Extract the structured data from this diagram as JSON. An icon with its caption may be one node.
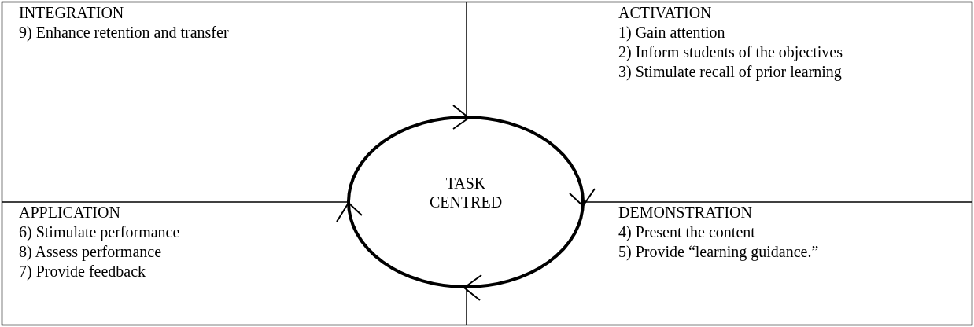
{
  "diagram": {
    "nodes": [
      {
        "text": [
          "INTEGRATION",
          "9) Enhance retention and transfer"
        ]
      },
      {
        "text": [
          "ACTIVATION",
          "1) Gain attention",
          "2) Inform students of the objectives",
          "3) Stimulate recall of prior learning"
        ]
      },
      {
        "text": [
          "TASK CENTRED"
        ]
      },
      {
        "text": [
          "APPLICATION",
          "6) Stimulate performance",
          "8) Assess performance",
          "7) Provide feedback"
        ]
      },
      {
        "text": [
          "DEMONSTRATION",
          "4) Present the content",
          "5) Provide “learning guidance.”"
        ]
      }
    ]
  }
}
